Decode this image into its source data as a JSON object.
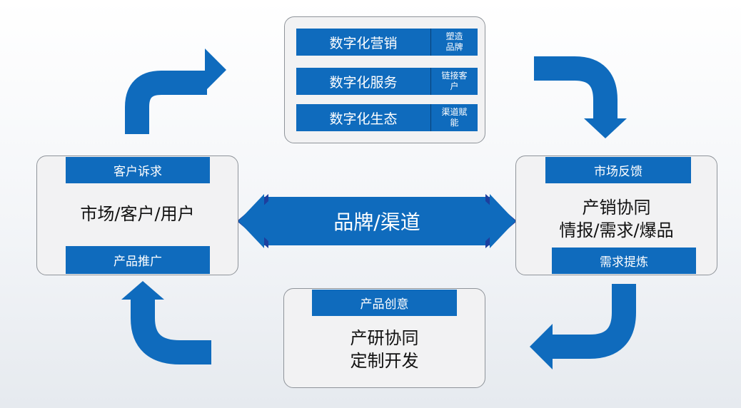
{
  "top_box": {
    "rows": [
      {
        "label": "数字化营销",
        "sub": [
          "塑造",
          "品牌"
        ]
      },
      {
        "label": "数字化服务",
        "sub": [
          "链接客",
          "户"
        ]
      },
      {
        "label": "数字化生态",
        "sub": [
          "渠道赋",
          "能"
        ]
      }
    ]
  },
  "left_box": {
    "top_tag": "客户诉求",
    "main": "市场/客户/用户",
    "bottom_tag": "产品推广"
  },
  "right_box": {
    "top_tag": "市场反馈",
    "main_line1": "产销协同",
    "main_line2": "情报/需求/爆品",
    "bottom_tag": "需求提炼"
  },
  "bottom_box": {
    "top_tag": "产品创意",
    "main_line1": "产研协同",
    "main_line2": "定制开发"
  },
  "center": {
    "label": "品牌/渠道"
  },
  "colors": {
    "accent": "#0f6bbd",
    "dark_accent": "#1d3f9e",
    "box_fill": "#f2f2f3",
    "box_border": "#8f949a"
  }
}
